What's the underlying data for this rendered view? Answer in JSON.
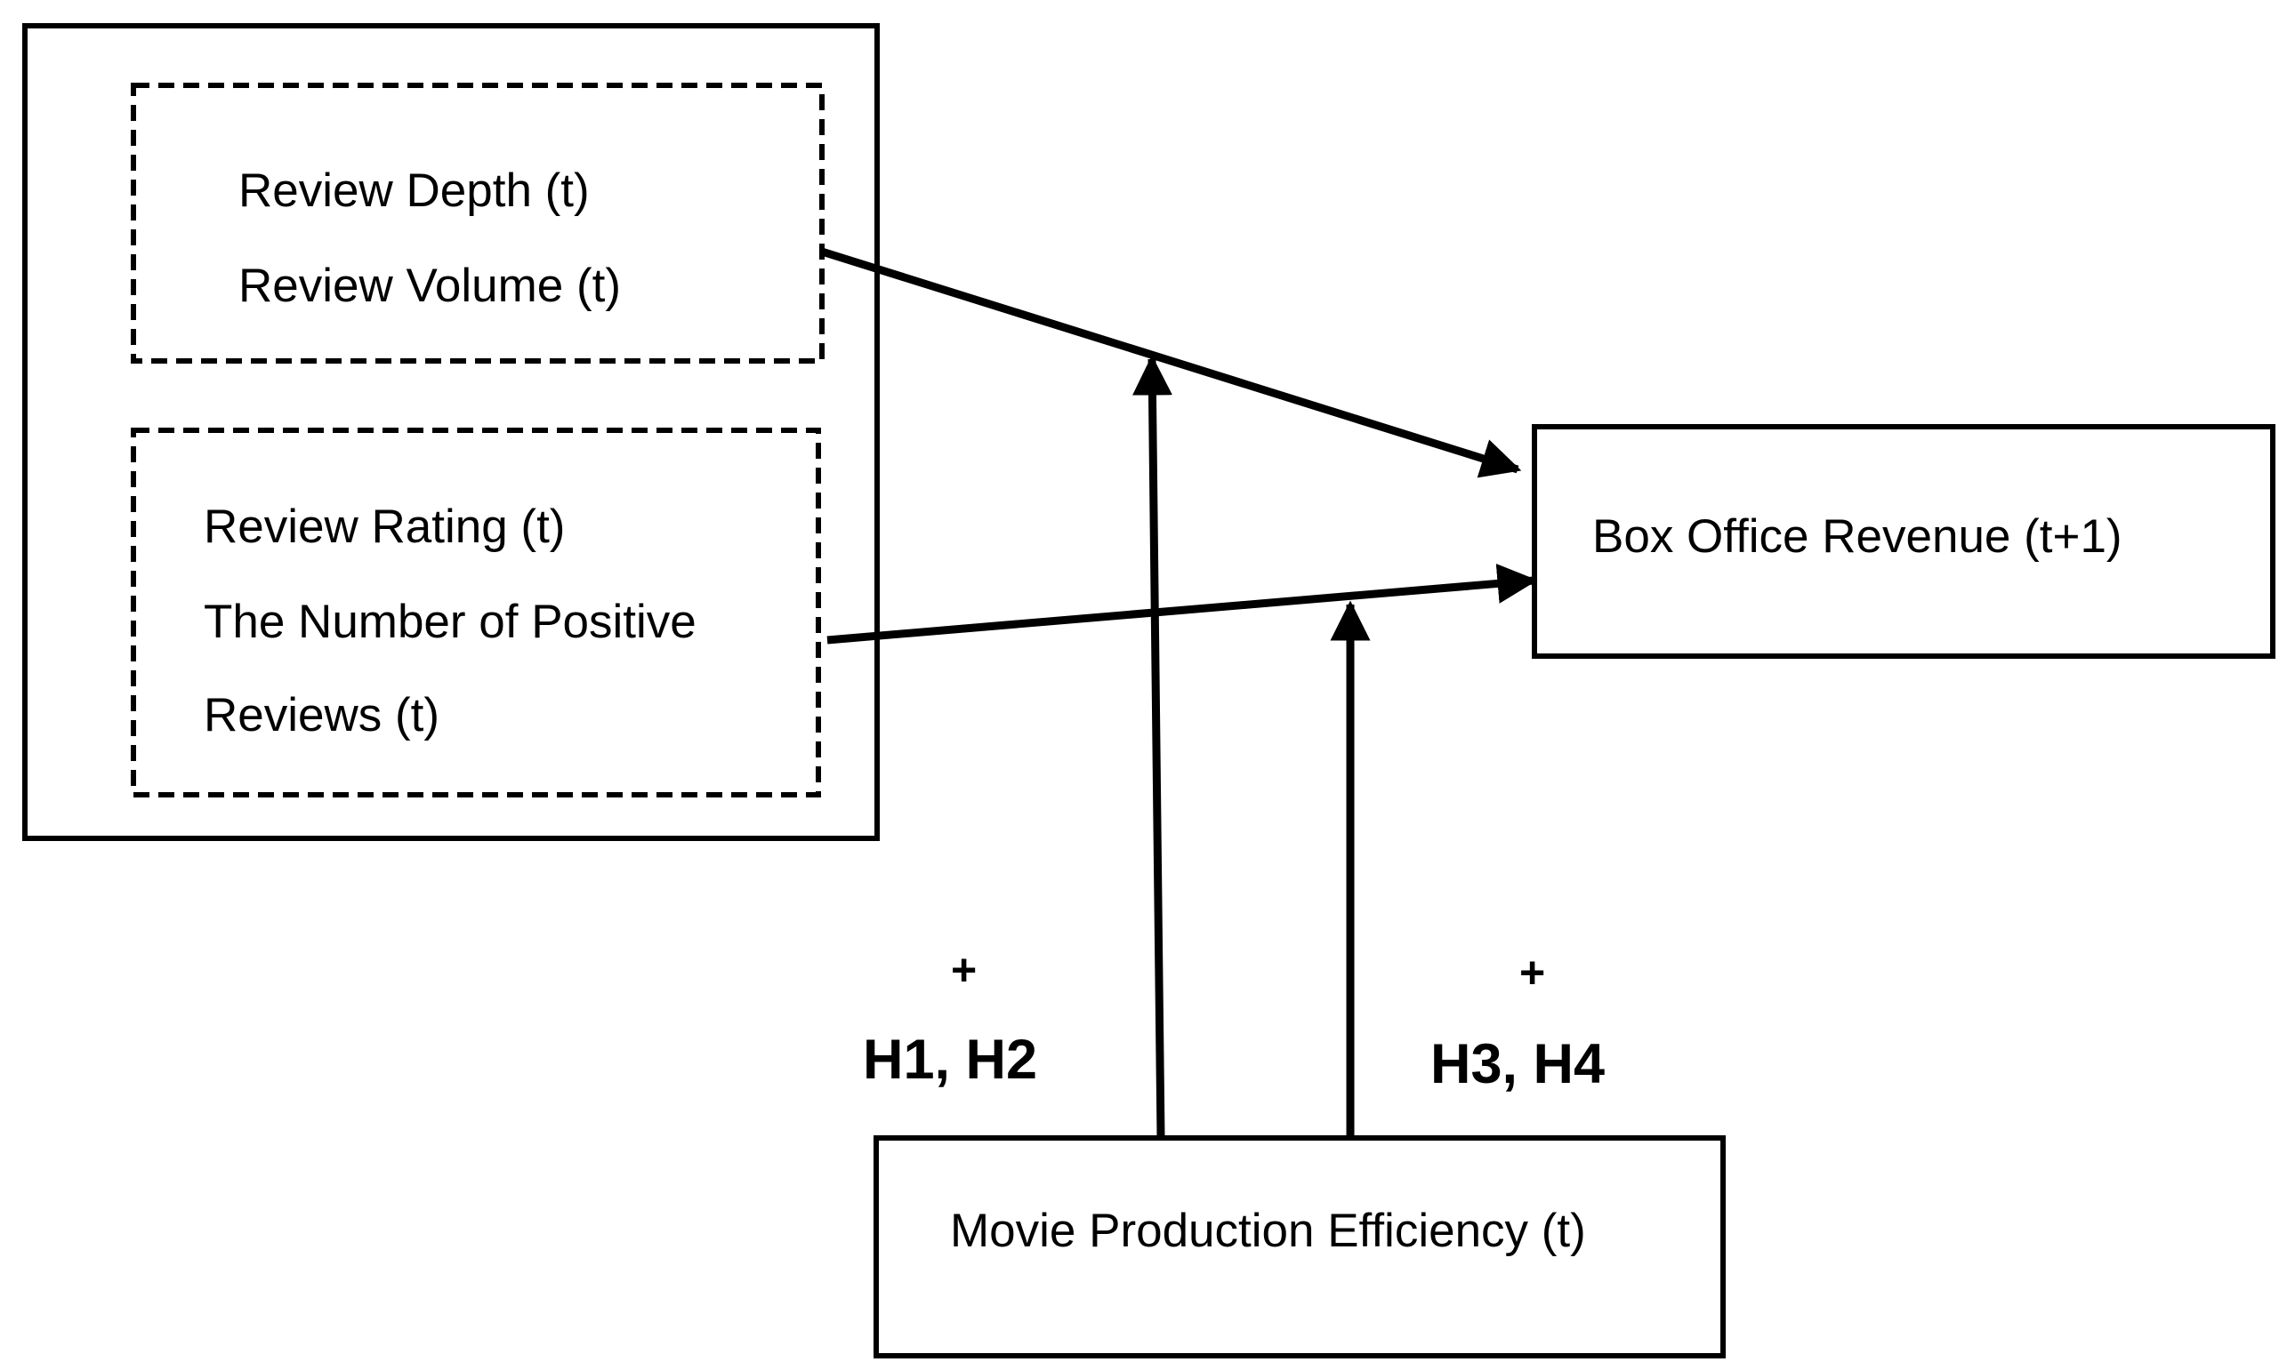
{
  "nodes": {
    "review_depth": "Review Depth (t)",
    "review_volume": "Review Volume (t)",
    "review_rating": "Review Rating (t)",
    "positive_reviews_line1": "The Number of Positive",
    "positive_reviews_line2": "Reviews (t)",
    "box_office_revenue": "Box Office Revenue (t+1)",
    "movie_production_efficiency": "Movie Production Efficiency (t)"
  },
  "hypotheses": {
    "h1_h2": {
      "sign": "+",
      "label": "H1, H2"
    },
    "h3_h4": {
      "sign": "+",
      "label": "H3, H4"
    }
  },
  "colors": {
    "line": "#000000",
    "background": "#ffffff"
  }
}
